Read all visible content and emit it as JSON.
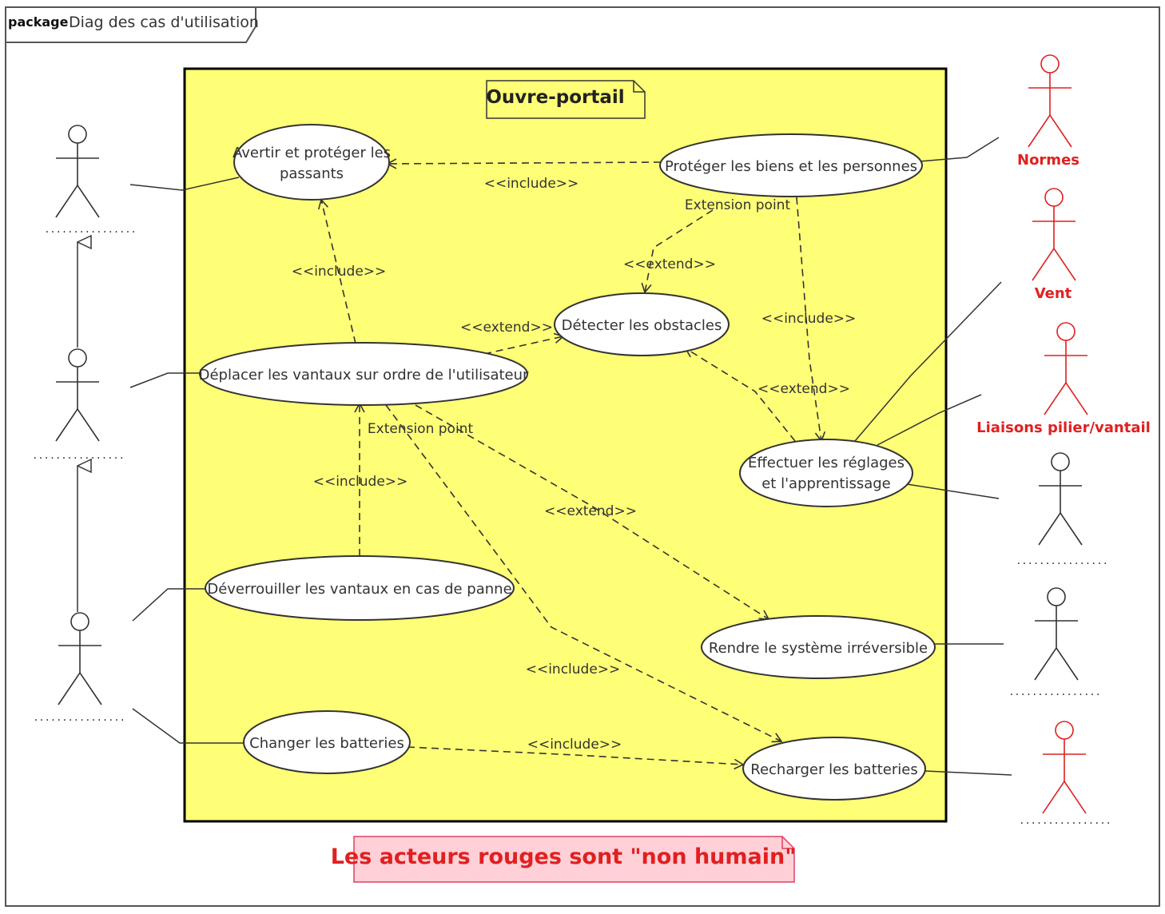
{
  "frame": {
    "keyword": "package",
    "name": "Diag des cas d'utilisation"
  },
  "system": {
    "name": "Ouvre-portail",
    "fill": "#ffff77"
  },
  "use_cases": {
    "avertir": [
      "Avertir et protéger les",
      "passants"
    ],
    "proteger": [
      "Protéger les biens et les personnes"
    ],
    "detecter": [
      "Détecter les obstacles"
    ],
    "deplacer": [
      "Déplacer les vantaux sur ordre de l'utilisateur"
    ],
    "effectuer": [
      "Effectuer les réglages",
      "et l'apprentissage"
    ],
    "deverrouiller": [
      "Déverrouiller les vantaux en cas de panne"
    ],
    "rendre": [
      "Rendre le système irréversible"
    ],
    "changer": [
      "Changer les batteries"
    ],
    "recharger": [
      "Recharger les batteries"
    ]
  },
  "relations": {
    "include": "<<include>>",
    "extend": "<<extend>>",
    "extension_point": "Extension point"
  },
  "actors": {
    "normes": "Normes",
    "vent": "Vent",
    "liaisons": "Liaisons pilier/vantail",
    "placeholder": "................"
  },
  "note": {
    "text": "Les acteurs rouges sont \"non humain\""
  },
  "colors": {
    "non_human_actor": "#e02020",
    "note_fill": "#ffd0d8",
    "system_border": "#000000"
  }
}
